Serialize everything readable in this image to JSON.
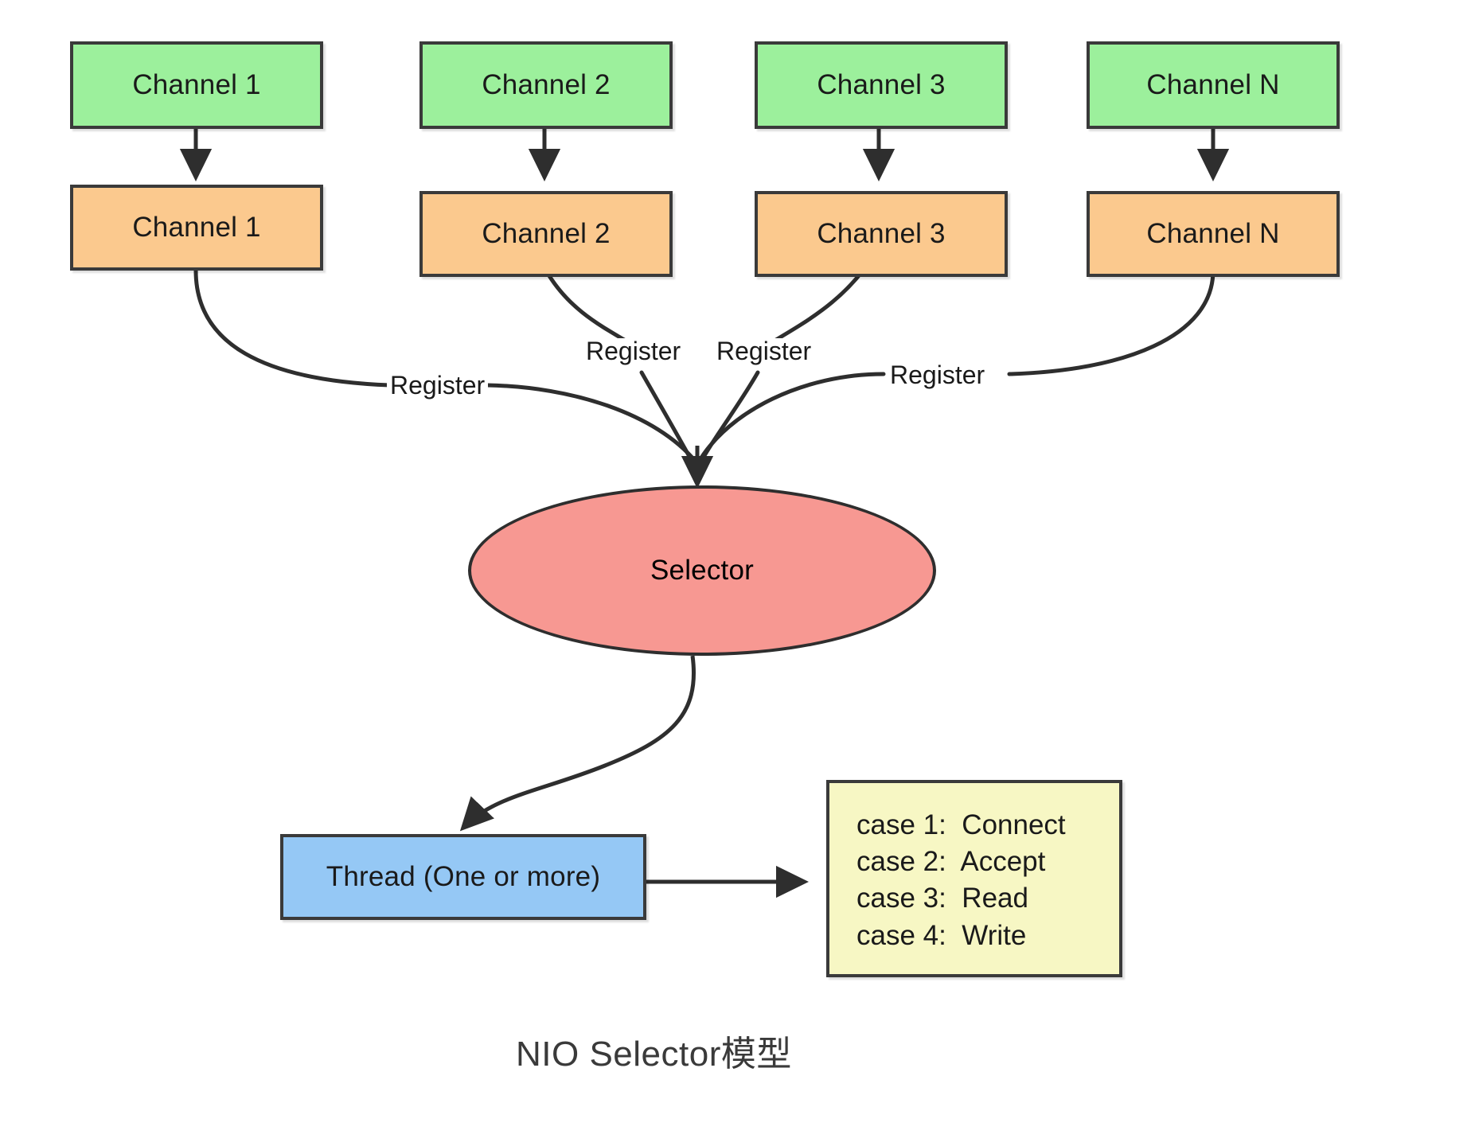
{
  "diagram": {
    "title": "NIO Selector模型",
    "colors": {
      "channel_top_fill": "#9cf09c",
      "channel_bottom_fill": "#fbc98e",
      "selector_fill": "#f79892",
      "thread_fill": "#95c8f5",
      "case_fill": "#f7f7c4",
      "stroke": "#3a3a3a",
      "background": "#ffffff"
    },
    "columns": [
      {
        "top_label": "Channel 1",
        "bottom_label": "Channel 1"
      },
      {
        "top_label": "Channel 2",
        "bottom_label": "Channel 2"
      },
      {
        "top_label": "Channel 3",
        "bottom_label": "Channel 3"
      },
      {
        "top_label": "Channel N",
        "bottom_label": "Channel N"
      }
    ],
    "register_labels": [
      "Register",
      "Register",
      "Register",
      "Register"
    ],
    "selector_label": "Selector",
    "thread_label": "Thread (One or more)",
    "cases": [
      "case 1:  Connect",
      "case 2:  Accept",
      "case 3:  Read",
      "case 4:  Write"
    ]
  }
}
